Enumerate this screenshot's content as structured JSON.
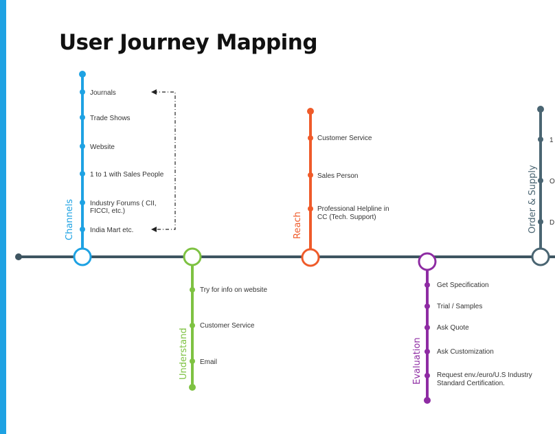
{
  "title": "User Journey Mapping",
  "colors": {
    "accent_bar": "#1ea2e3",
    "main_line": "#3e5561",
    "channels": "#1ea2e3",
    "understand": "#7ec242",
    "reach": "#ef5b2a",
    "evaluation": "#8e2ca3",
    "order_supply": "#4a6572"
  },
  "stages": {
    "channels": {
      "label": "Channels",
      "items": [
        "Journals",
        "Trade Shows",
        "Website",
        "1 to 1 with Sales People",
        "Industry Forums ( CII,",
        "FICCI, etc.)",
        "India Mart etc."
      ]
    },
    "understand": {
      "label": "Understand",
      "items": [
        "Try for info on website",
        "Customer Service",
        "Email"
      ]
    },
    "reach": {
      "label": "Reach",
      "items": [
        "Customer Service",
        "Sales Person",
        "Professional Helpline in",
        "CC (Tech. Support)"
      ]
    },
    "evaluation": {
      "label": "Evaluation",
      "items": [
        "Get Specification",
        "Trial / Samples",
        "Ask Quote",
        "Ask Customization",
        "Request env./euro/U.S Industry",
        "Standard Certification."
      ]
    },
    "order_supply": {
      "label": "Order & Supply",
      "items": [
        "1",
        "O",
        "D"
      ]
    }
  }
}
